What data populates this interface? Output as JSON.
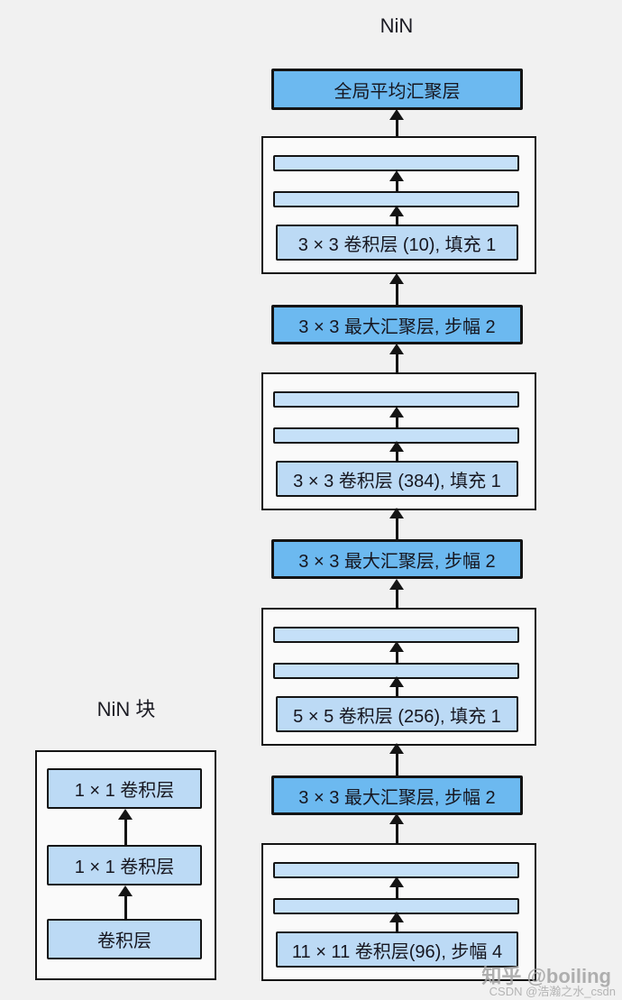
{
  "title": "NiN",
  "left_block": {
    "label": "NiN 块",
    "layers_bottom_to_top": [
      "卷积层",
      "1 × 1 卷积层",
      "1 × 1 卷积层"
    ]
  },
  "network": {
    "global_pool_label": "全局平均汇聚层",
    "stack_top_to_bottom": [
      {
        "type": "nin-block",
        "conv_label": "3 × 3 卷积层 (10), 填充 1"
      },
      {
        "type": "max-pool",
        "label": "3 × 3 最大汇聚层, 步幅 2"
      },
      {
        "type": "nin-block",
        "conv_label": "3 × 3 卷积层 (384), 填充 1"
      },
      {
        "type": "max-pool",
        "label": "3 × 3 最大汇聚层, 步幅 2"
      },
      {
        "type": "nin-block",
        "conv_label": "5 × 5 卷积层 (256), 填充 1"
      },
      {
        "type": "max-pool",
        "label": "3 × 3 最大汇聚层, 步幅 2"
      },
      {
        "type": "nin-block",
        "conv_label": "11 × 11 卷积层(96), 步幅 4"
      }
    ]
  },
  "watermarks": {
    "zhihu": "知乎 @boiling",
    "csdn": "CSDN @浩瀚之水_csdn"
  },
  "colors": {
    "background": "#f1f1f1",
    "pool_fill": "#6cb9f0",
    "conv_fill": "#bcdaf5",
    "bar_fill": "#c5e0f8",
    "border": "#141414"
  }
}
